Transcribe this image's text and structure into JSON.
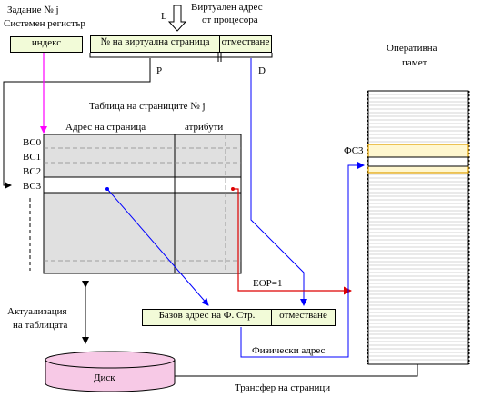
{
  "labels": {
    "task": "Задание  № j",
    "system_register": "Системен регистър",
    "index_box": "индекс",
    "l": "L",
    "virtual_address": "Виртуален адрес",
    "from_processor": "от процесора",
    "virtual_page_no": "№ на виртуална страница",
    "offset_top": "отместване",
    "p": "P",
    "d": "D",
    "page_table_title": "Таблица на страниците № j",
    "page_address_col": "Адрес на страница",
    "attributes_col": "атрибути",
    "rows": [
      "BC0",
      "BC1",
      "BC2",
      "BC3"
    ],
    "main_memory_line1": "Оперативна",
    "main_memory_line2": "памет",
    "fs3": "ФС3",
    "eop": "ЕОР=1",
    "table_update_line1": "Актуализация",
    "table_update_line2": "на таблицата",
    "base_address": "Базов адрес на Ф. Стр.",
    "offset_bottom": "отместване",
    "physical_address": "Физически адрес",
    "disk": "Диск",
    "page_transfer": "Трансфер на страници"
  },
  "colors": {
    "green_box": "#f2fbd8",
    "table_fill": "#e0e0e0",
    "disk_fill": "#f7c9e6",
    "frame_fill": "#fff7cf",
    "frame_border": "#e0a000",
    "blue_arrow": "#0000ff",
    "red_arrow": "#dd0000",
    "magenta_arrow": "#ff00ff"
  }
}
